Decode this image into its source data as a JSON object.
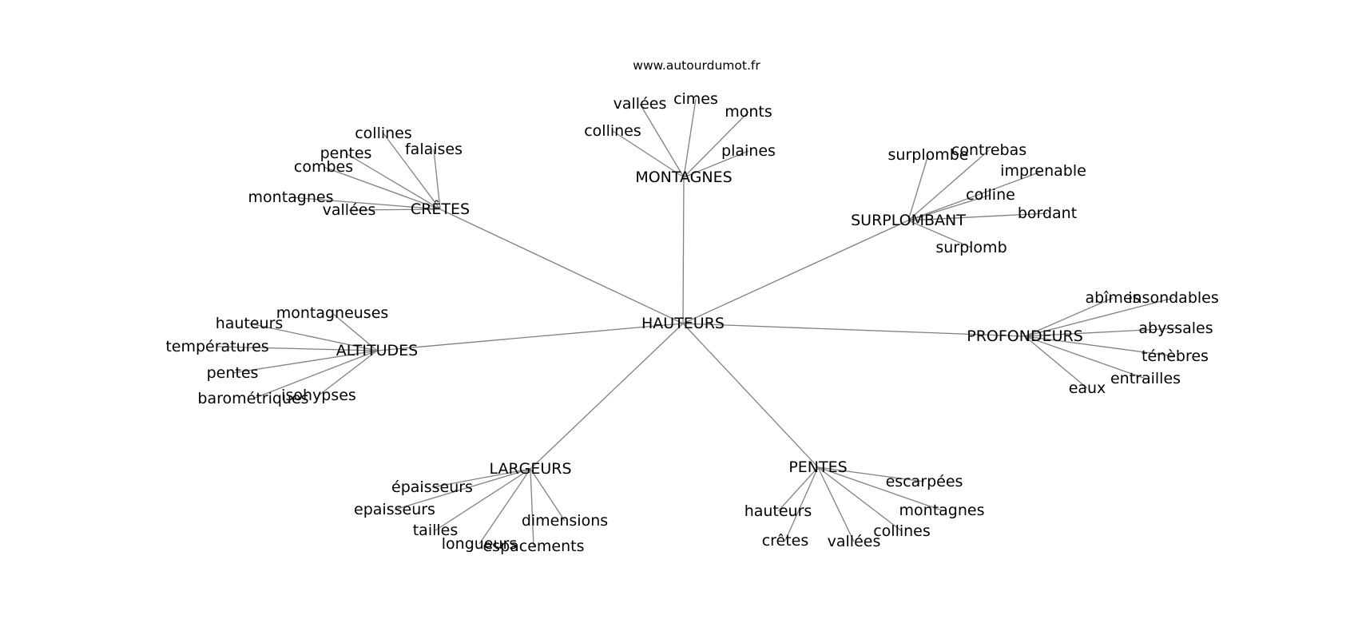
{
  "source": "www.autourdumot.fr",
  "root": "HAUTEURS",
  "clusters": [
    {
      "label": "MONTAGNES",
      "words": [
        "vallées",
        "cimes",
        "monts",
        "collines",
        "plaines"
      ]
    },
    {
      "label": "CRÊTES",
      "words": [
        "collines",
        "falaises",
        "pentes",
        "combes",
        "montagnes",
        "vallées"
      ]
    },
    {
      "label": "SURPLOMBANT",
      "words": [
        "surplombe",
        "contrebas",
        "imprenable",
        "colline",
        "bordant",
        "surplomb"
      ]
    },
    {
      "label": "ALTITUDES",
      "words": [
        "montagneuses",
        "hauteurs",
        "températures",
        "pentes",
        "barométriques",
        "isohypses"
      ]
    },
    {
      "label": "PROFONDEURS",
      "words": [
        "abîmes",
        "insondables",
        "abyssales",
        "ténèbres",
        "entrailles",
        "eaux"
      ]
    },
    {
      "label": "LARGEURS",
      "words": [
        "épaisseurs",
        "epaisseurs",
        "tailles",
        "dimensions",
        "longueurs",
        "espacements"
      ]
    },
    {
      "label": "PENTES",
      "words": [
        "escarpées",
        "hauteurs",
        "montagnes",
        "collines",
        "crêtes",
        "vallées"
      ]
    }
  ]
}
